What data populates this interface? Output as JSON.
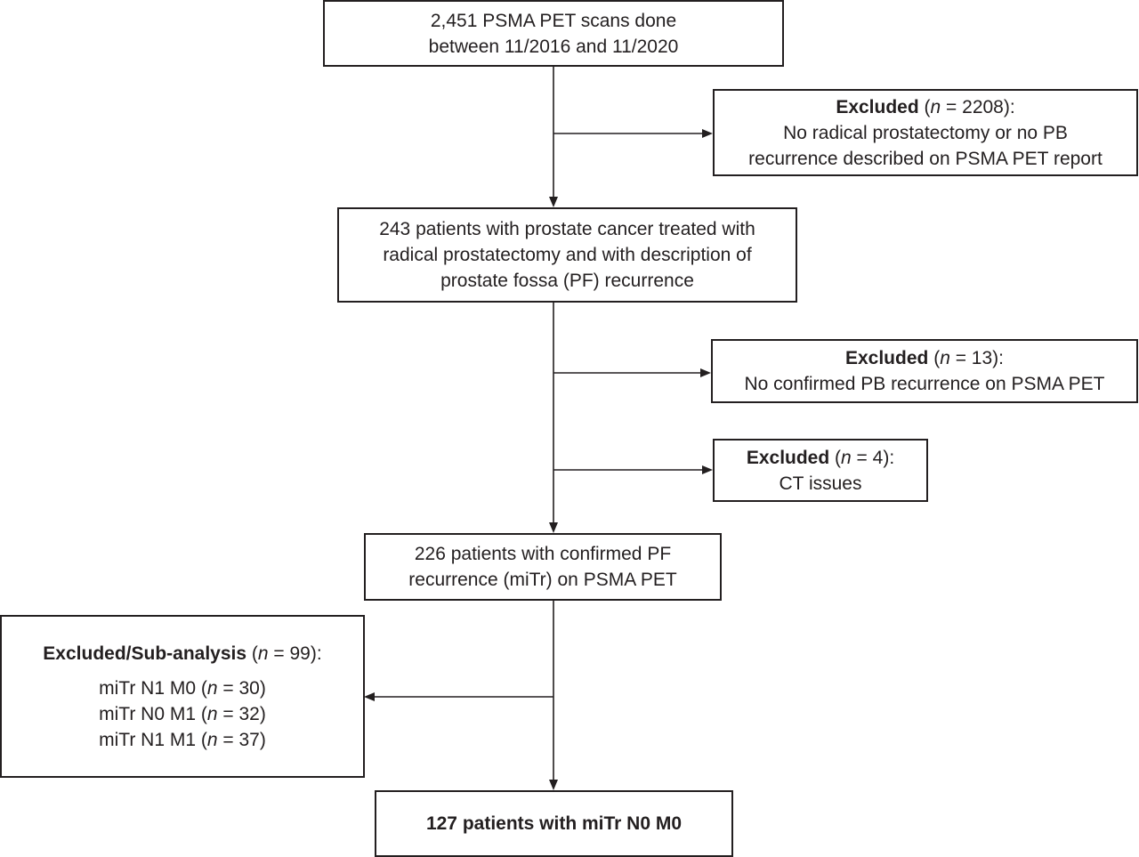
{
  "box1": {
    "line1": "2,451 PSMA PET scans done",
    "line2": "between 11/2016 and 11/2020"
  },
  "excluded1": {
    "label": "Excluded",
    "n_italic": "n",
    "count_text": " = 2208):",
    "open_paren": " (",
    "line2": "No radical prostatectomy or no PB",
    "line3": "recurrence described on PSMA PET report"
  },
  "box2": {
    "line1": "243 patients with prostate cancer treated with",
    "line2": "radical prostatectomy and with description of",
    "line3": "prostate fossa (PF) recurrence"
  },
  "excluded2": {
    "label": "Excluded",
    "open_paren": " (",
    "n_italic": "n",
    "count_text": " = 13):",
    "line2": "No confirmed PB recurrence on PSMA PET"
  },
  "excluded3": {
    "label": "Excluded",
    "open_paren": " (",
    "n_italic": "n",
    "count_text": " = 4):",
    "line2": "CT issues"
  },
  "box3": {
    "line1": "226 patients with confirmed PF",
    "line2": "recurrence (miTr) on PSMA PET"
  },
  "excluded4": {
    "label": "Excluded/Sub-analysis",
    "open_paren": " (",
    "n_italic": "n",
    "count_text": " = 99):",
    "items": [
      {
        "prefix": "miTr N1 M0 (",
        "n": "n",
        "suffix": " = 30)"
      },
      {
        "prefix": "miTr N0 M1 (",
        "n": "n",
        "suffix": " = 32)"
      },
      {
        "prefix": "miTr N1 M1 (",
        "n": "n",
        "suffix": " = 37)"
      }
    ]
  },
  "box4": {
    "line1": "127 patients with miTr N0 M0"
  }
}
